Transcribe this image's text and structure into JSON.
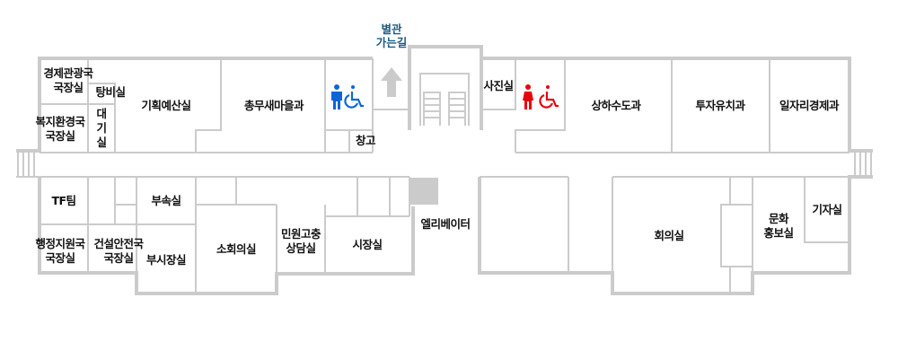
{
  "title": "",
  "annex_route": "별관\n가는길",
  "colors": {
    "wall": "#cbcbcb",
    "male_restroom": "#0b66d6",
    "female_restroom": "#e8000b",
    "annex_text": "#1d5b86",
    "elevator": "#cbcbcb"
  },
  "icons": [
    "arrow-up-icon",
    "male-restroom-icon",
    "wheelchair-icon",
    "female-restroom-icon"
  ],
  "rooms": {
    "economy_tourism_director": "경제관광국\n국장실",
    "pantry": "탕비실",
    "waiting_room": "대\n기\n실",
    "welfare_env_director": "복지환경국\n국장실",
    "planning_budget": "기획예산실",
    "general_affairs": "총무새마을과",
    "storage": "창고",
    "photo_room": "사진실",
    "water_sewer": "상하수도과",
    "investment": "투자유치과",
    "jobs_economy": "일자리경제과",
    "tf_team": "TF팀",
    "secretary": "부속실",
    "admin_support_director": "행정지원국\n국장실",
    "construction_safety_director": "건설안전국\n국장실",
    "vice_mayor": "부시장실",
    "small_meeting": "소회의실",
    "civil_complaint": "민원고충\n상담실",
    "mayor": "시장실",
    "elevator": "엘리베이터",
    "meeting_room": "회의실",
    "culture_pr": "문화\n홍보실",
    "press_room": "기자실"
  }
}
